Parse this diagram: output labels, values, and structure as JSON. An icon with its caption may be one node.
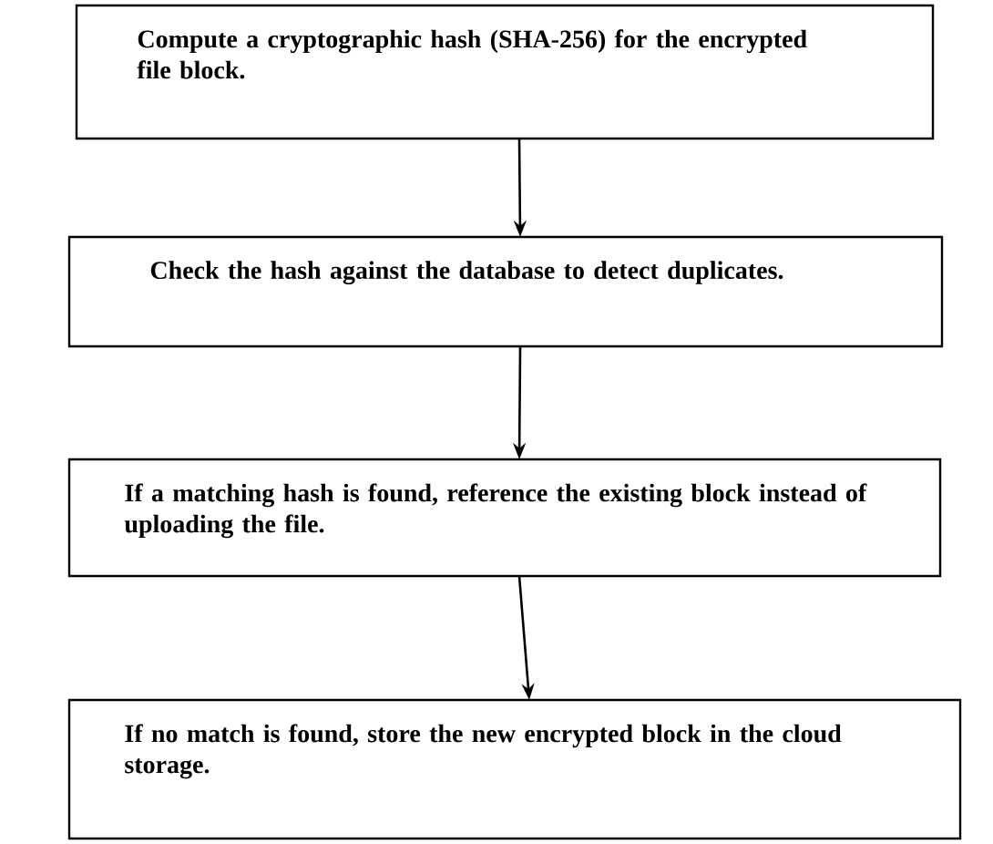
{
  "diagram": {
    "nodes": [
      {
        "text": [
          "Compute a cryptographic hash (SHA-256) for the encrypted file block."
        ]
      },
      {
        "text": [
          "Check the hash against the database to detect duplicates."
        ]
      },
      {
        "text": [
          "If a matching hash is found, reference the existing block instead of uploading the file."
        ]
      },
      {
        "text": [
          "If no match is found, store the new encrypted block in the cloud storage."
        ]
      }
    ],
    "edges": [
      {
        "from": 0,
        "to": 1,
        "arrow": "to"
      },
      {
        "from": 1,
        "to": 2,
        "arrow": "to"
      },
      {
        "from": 2,
        "to": 3,
        "arrow": "to"
      }
    ]
  }
}
